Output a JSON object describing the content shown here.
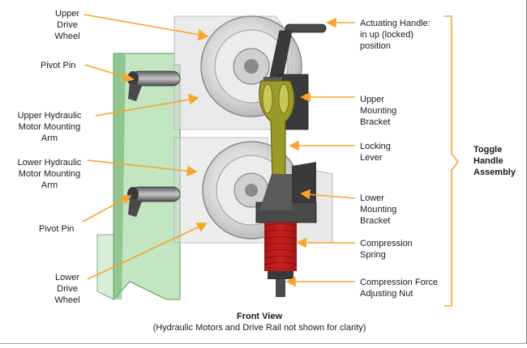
{
  "labels_left": {
    "upper_drive_wheel": [
      "Upper",
      "Drive",
      "Wheel"
    ],
    "pivot_pin_upper": [
      "Pivot Pin"
    ],
    "upper_motor_arm": [
      "Upper Hydraulic",
      "Motor Mounting",
      "Arm"
    ],
    "lower_motor_arm": [
      "Lower Hydraulic",
      "Motor Mounting",
      "Arm"
    ],
    "pivot_pin_lower": [
      "Pivot Pin"
    ],
    "lower_drive_wheel": [
      "Lower",
      "Drive",
      "Wheel"
    ]
  },
  "labels_right": {
    "actuating_handle": [
      "Actuating Handle:",
      "in up (locked)",
      "position"
    ],
    "upper_bracket": [
      "Upper",
      "Mounting",
      "Bracket"
    ],
    "locking_lever": [
      "Locking",
      "Lever"
    ],
    "lower_bracket": [
      "Lower",
      "Mounting",
      "Bracket"
    ],
    "compression_spring": [
      "Compression",
      "Spring"
    ],
    "adjusting_nut": [
      "Compression Force",
      "Adjusting Nut"
    ]
  },
  "assembly_label": [
    "Toggle",
    "Handle",
    "Assembly"
  ],
  "caption": {
    "title": "Front View",
    "subtitle": "(Hydraulic Motors and Drive Rail not shown for clarity)"
  },
  "colors": {
    "arrow": "#f7a52b",
    "bracket": "#f7a52b",
    "rail_green": "#8fcf8f",
    "spring_red": "#d42020",
    "lever_olive": "#8a8a20",
    "bracket_dark": "#3a3a3a"
  }
}
